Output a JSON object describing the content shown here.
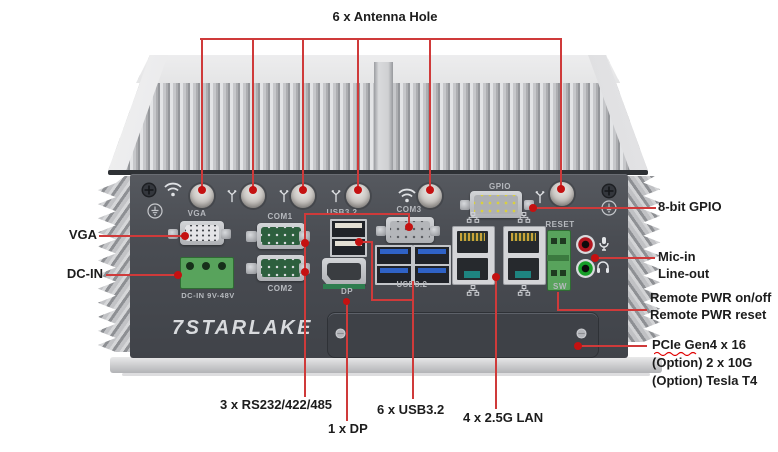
{
  "callouts": {
    "top": {
      "antenna": "6 x Antenna Hole"
    },
    "left": {
      "vga": "VGA",
      "dc_in": "DC-IN"
    },
    "right": {
      "gpio": "8-bit GPIO",
      "mic_in": "Mic-in",
      "line_out": "Line-out",
      "remote_pwr_on_off": "Remote PWR on/off",
      "remote_pwr_reset": "Remote PWR reset",
      "pcie": "PCIe Gen4 x 16",
      "pcie_option_1": "(Option) 2 x 10G",
      "pcie_option_2": "(Option) Tesla T4"
    },
    "bottom": {
      "serial": "3 x RS232/422/485",
      "dp": "1 x DP",
      "usb": "6 x USB3.2",
      "lan": "4 x 2.5G LAN"
    }
  },
  "device": {
    "brand": "7STARLAKE",
    "panel_labels": {
      "vga": "VGA",
      "com1": "COM1",
      "com2": "COM2",
      "com3": "COM3",
      "usb_top": "USB3.2",
      "usb_bottom": "USB3.2",
      "gpio": "GPIO",
      "reset": "RESET",
      "sw": "SW",
      "dp": "DP",
      "dc_in": "DC-IN  9V-48V"
    }
  },
  "colors": {
    "callout_red": "#cf3a3a",
    "dot_red": "#c41111",
    "label_text": "#1c1c1c",
    "silk_text": "#b6b9be",
    "brand_text": "#d9dbde",
    "panel_gray": "#46494f",
    "com_face_green": "#2d5f3e",
    "usb_blue": "#2f62c6",
    "terminal_green": "#58a35c",
    "lan_tab_teal": "#1e8480",
    "gpio_pin_yellow": "#d9d03e",
    "audio_red_ring": "#b2161f",
    "audio_green_ring": "#169e28"
  }
}
